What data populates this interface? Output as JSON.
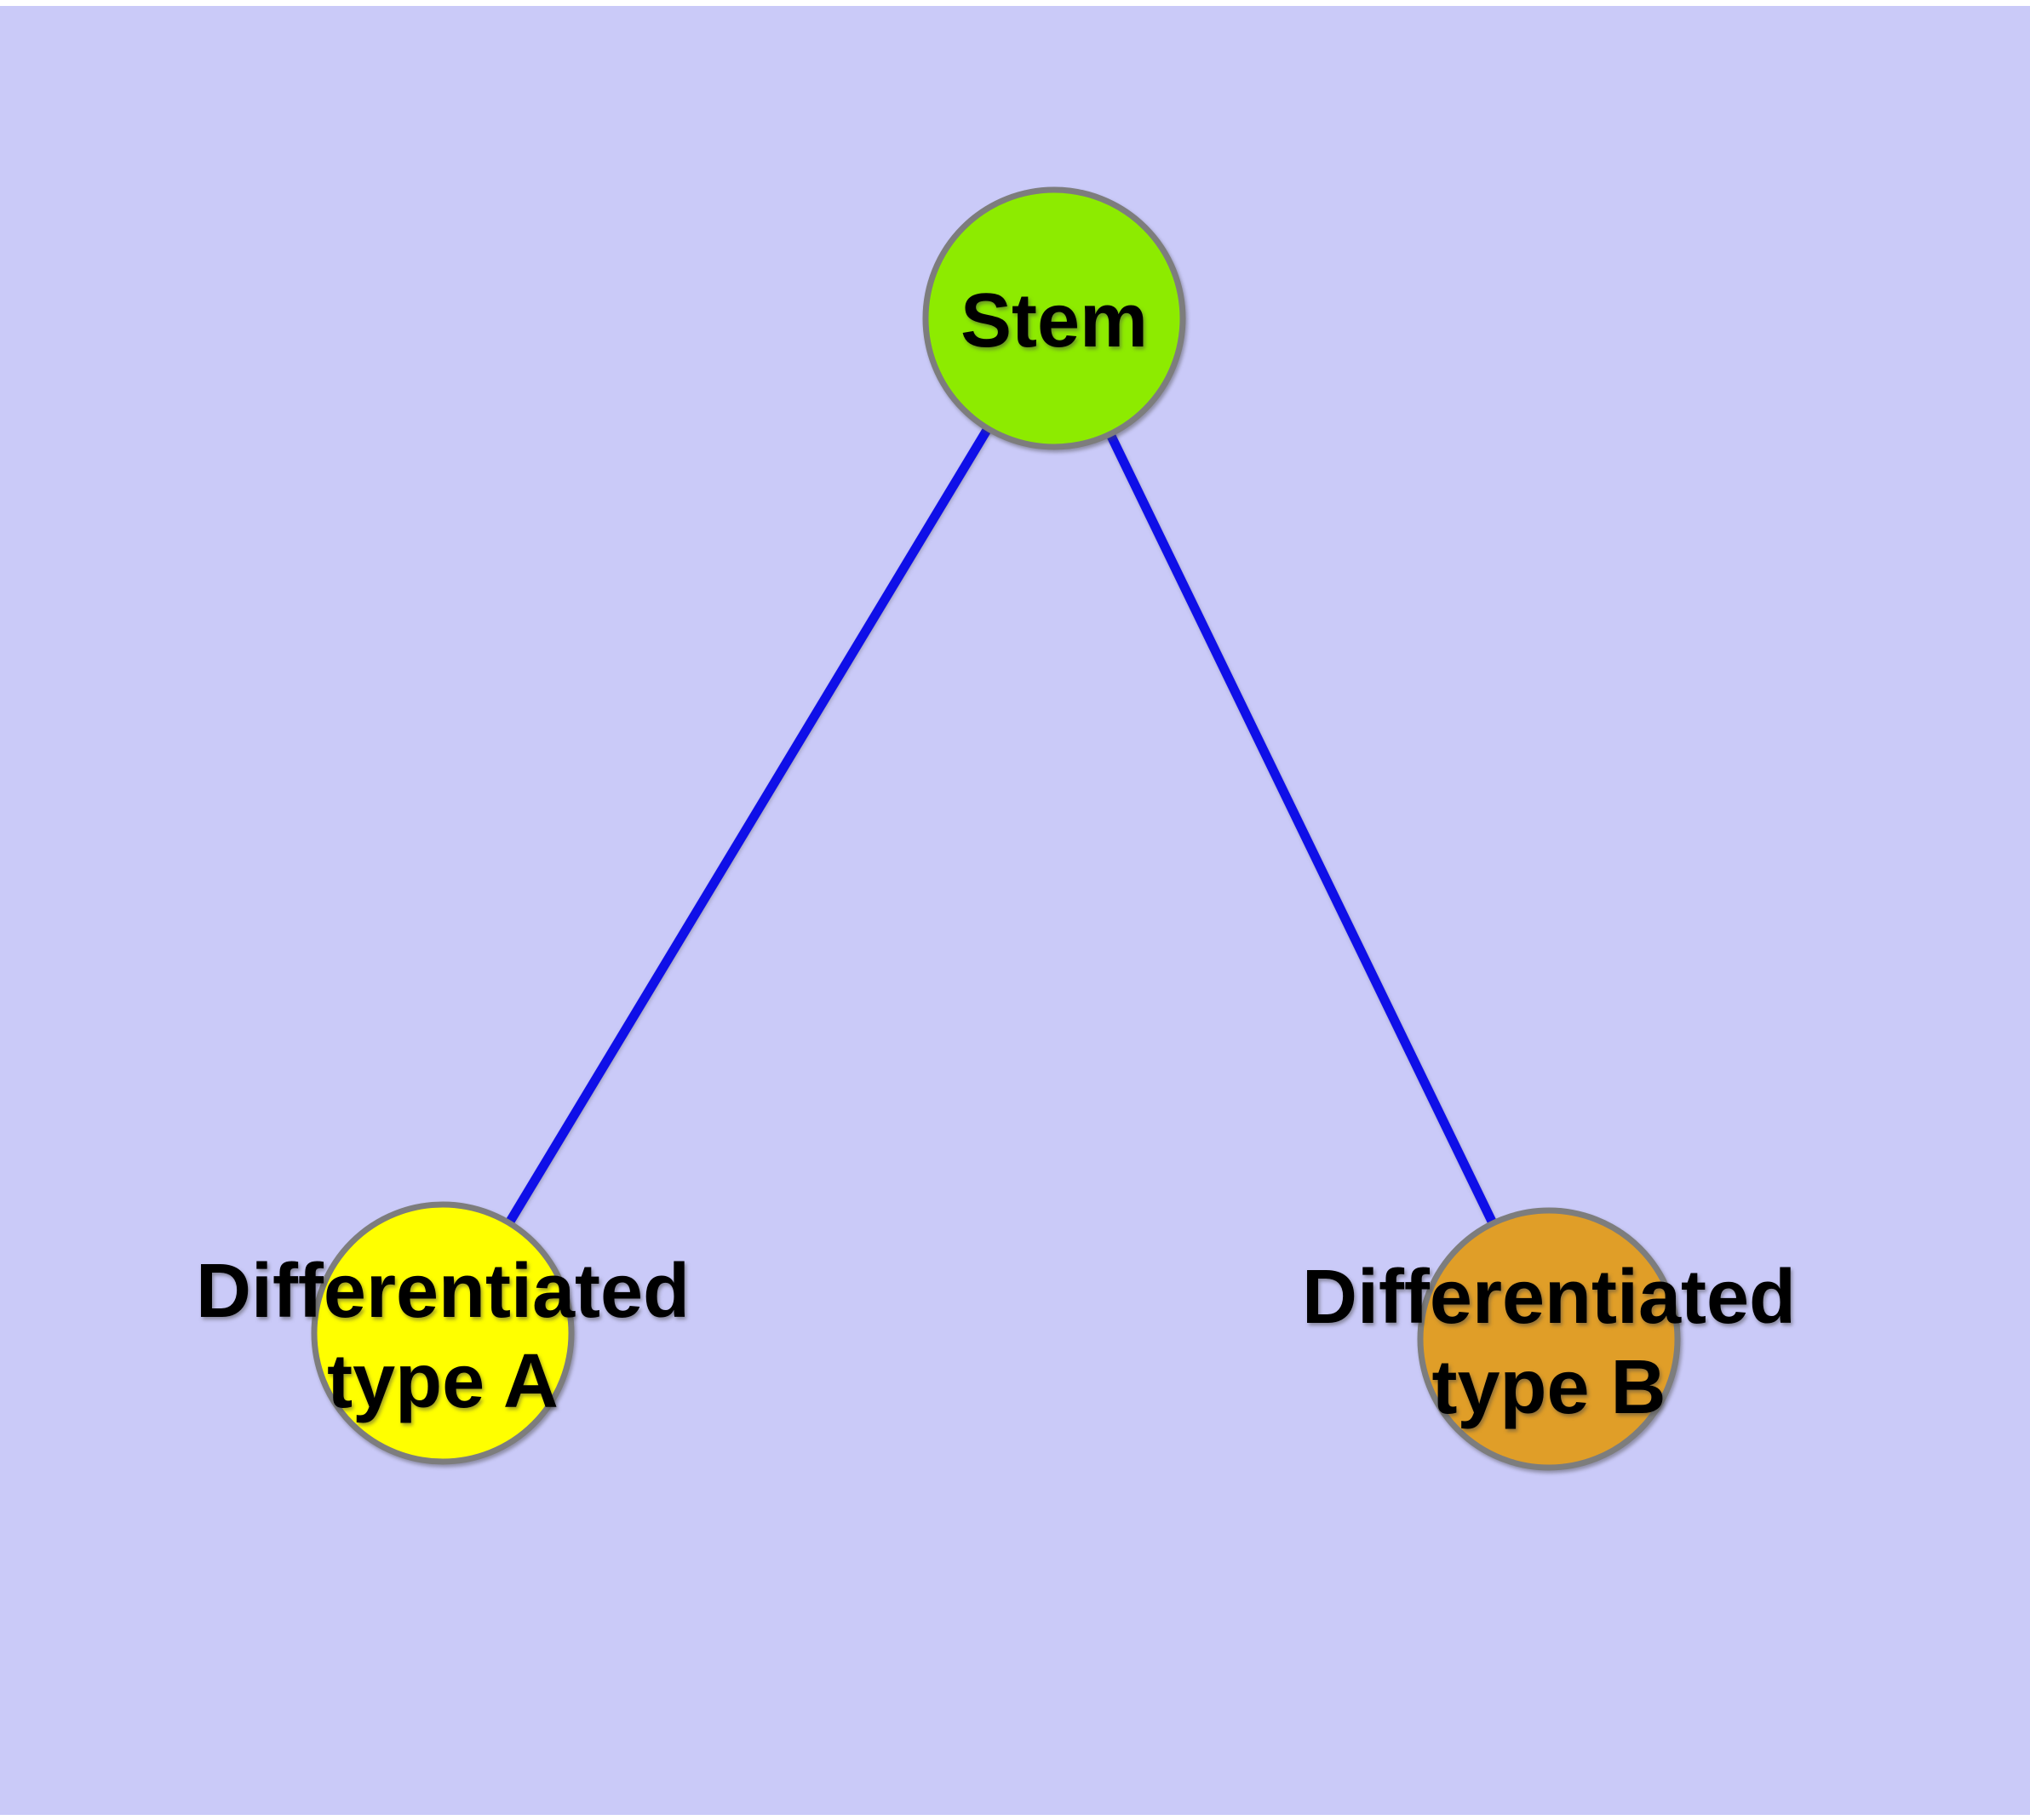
{
  "background": {
    "page_margin_color": "#FFFFFF",
    "canvas_color": "#CACAF8"
  },
  "graph": {
    "text_color": "#000000",
    "nodes": {
      "stem": {
        "label": "Stem",
        "fill": "#8DEB00",
        "stroke": "#7D7D7D"
      },
      "type_a": {
        "label_line1": "Differentiated",
        "label_line2": "type A",
        "fill": "#FFFF00",
        "stroke": "#7D7D7D"
      },
      "type_b": {
        "label_line1": "Differentiated",
        "label_line2": "type B",
        "fill": "#E09E28",
        "stroke": "#7D7D7D"
      }
    },
    "edges": {
      "color": "#0F0FE8",
      "list": [
        {
          "from": "Stem",
          "to": "Differentiated type A"
        },
        {
          "from": "Stem",
          "to": "Differentiated type B"
        }
      ]
    }
  }
}
